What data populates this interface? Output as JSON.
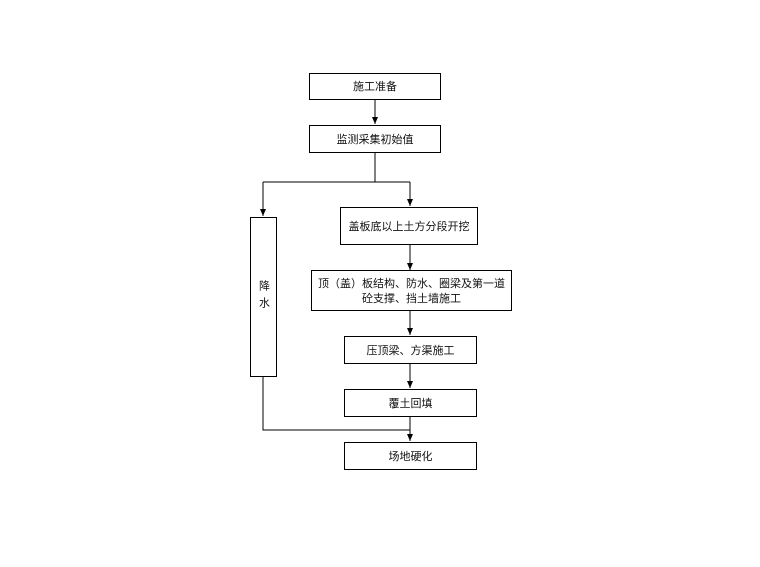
{
  "flowchart": {
    "prep": "施工准备",
    "monitor": "监测采集初始值",
    "dewater": "降水",
    "excavate": "盖板底以上土方分段开挖",
    "structure_line1": "顶（盖）板结构、防水、圈梁及第一道",
    "structure_line2": "砼支撑、挡土墙施工",
    "beam": "压顶梁、方渠施工",
    "backfill": "覆土回填",
    "harden": "场地硬化"
  }
}
